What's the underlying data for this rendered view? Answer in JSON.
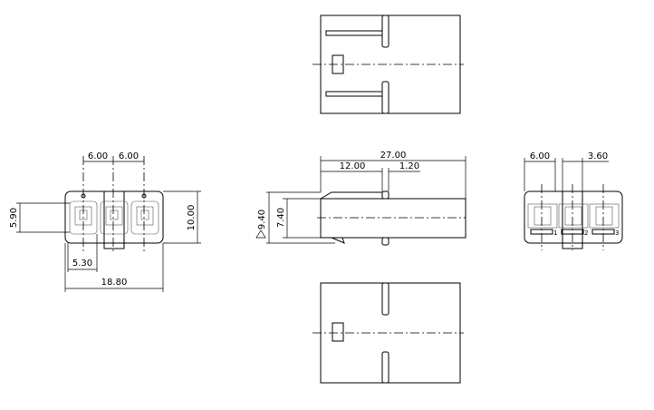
{
  "drawing": {
    "front_view": {
      "pitch_1": "6.00",
      "pitch_2": "6.00",
      "height_left": "5.90",
      "height_right": "10.00",
      "cavity_width": "5.30",
      "overall_width": "18.80"
    },
    "side_view": {
      "overall_length": "27.00",
      "flange_position": "12.00",
      "flange_thickness": "1.20",
      "height_outer": "9.40",
      "height_inner": "7.40"
    },
    "rear_view": {
      "pitch": "6.00",
      "slot_width": "3.60",
      "pin_labels": [
        "1",
        "2",
        "3"
      ]
    }
  }
}
